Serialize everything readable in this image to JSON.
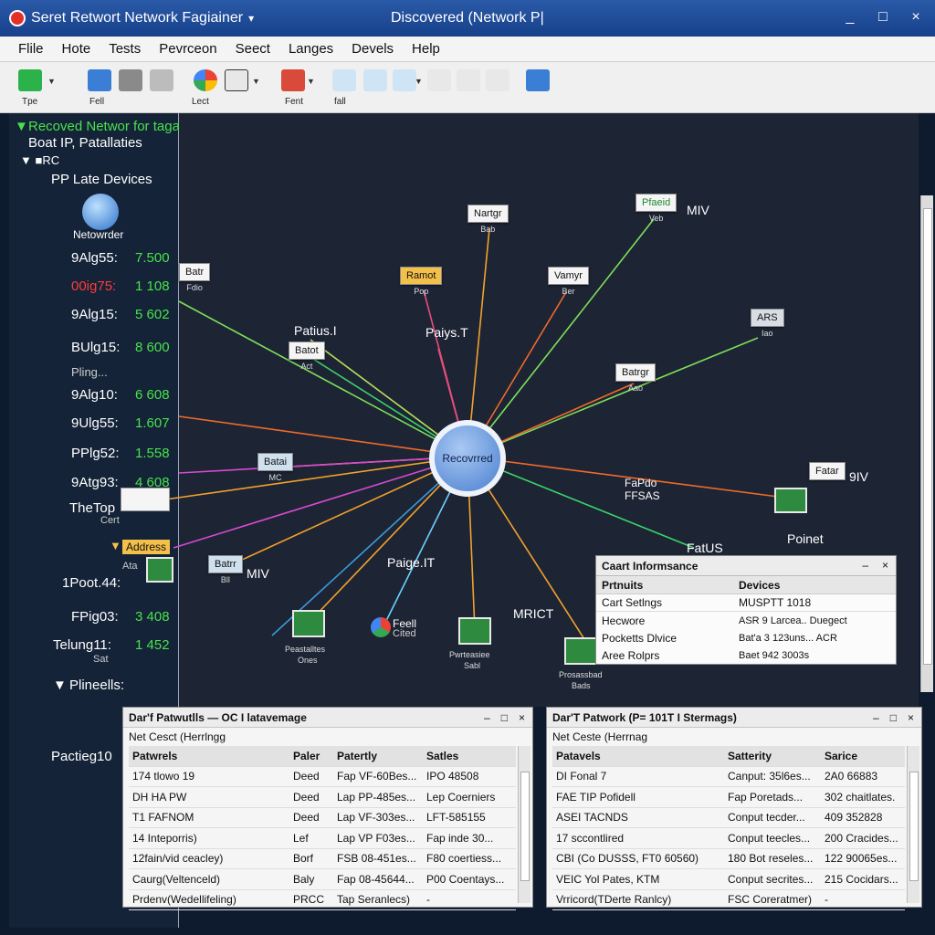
{
  "window": {
    "title": "Seret Retwort Network Fagiainer",
    "center_title": "Discovered (Network P|",
    "minimize": "_",
    "maximize": "□",
    "close": "×"
  },
  "menu": [
    "Flile",
    "Hote",
    "Tests",
    "Pevrceon",
    "Seect",
    "Langes",
    "Devels",
    "Help"
  ],
  "toolbar": {
    "labels": [
      "Tpe",
      "Fell",
      "Lect",
      "Fent",
      "fall"
    ],
    "colors": {
      "accent": "#2a5aa8",
      "green": "#2bb24a",
      "blue": "#3a7fd5",
      "red": "#d94a3a"
    }
  },
  "sidebar": {
    "header": "Recoved Networ for tagadites",
    "header_pipe": "|",
    "header_arrow": ">",
    "sub": "Boat IP, Patallaties",
    "group": "▼ ■RC",
    "section": "PP Late Devices",
    "node_label": "Netowrder",
    "rows": [
      {
        "name": "9Alg55:",
        "value": "7.500",
        "color": "#ffffff"
      },
      {
        "name": "00ig75:",
        "value": "1 108",
        "color": "#ff3b3b"
      },
      {
        "name": "9Alg15:",
        "value": "5 602",
        "color": "#ffffff"
      },
      {
        "name": "BUlg15:",
        "value": "8 600",
        "color": "#ffffff"
      },
      {
        "name": "Pling...",
        "value": "",
        "color": "#cfcfcf"
      },
      {
        "name": "9Alg10:",
        "value": "6 608",
        "color": "#ffffff"
      },
      {
        "name": "9Ulg55:",
        "value": "1.607",
        "color": "#ffffff"
      },
      {
        "name": "PPlg52:",
        "value": "1.558",
        "color": "#ffffff"
      },
      {
        "name": "9Atg93:",
        "value": "4 608",
        "color": "#ffffff"
      }
    ],
    "thetop": "TheTop",
    "cert": "Cert",
    "address": "Address",
    "address_sub": "Ata",
    "rows2": [
      {
        "name": "1Poot.44:",
        "value": "",
        "color": "#ffffff"
      },
      {
        "name": "FPig03:",
        "value": "3 408",
        "color": "#ffffff"
      },
      {
        "name": "Telung11:",
        "value": "1 452",
        "color": "#ffffff"
      }
    ],
    "sat": "Sat",
    "plineels": "Plineells:",
    "pactieg": "Pactieg10"
  },
  "canvas": {
    "hub": "Recovrred",
    "nodes": [
      {
        "id": "nartgr",
        "label": "Nartgr",
        "sub": "Bab"
      },
      {
        "id": "ramot",
        "label": "Ramot",
        "sub": "Pop"
      },
      {
        "id": "vamyr",
        "label": "Vamyr",
        "sub": "Ber"
      },
      {
        "id": "pfaeid",
        "label": "Pfaeid",
        "sub": "Veb"
      },
      {
        "id": "ars",
        "label": "ARS",
        "sub": "Iao"
      },
      {
        "id": "batrgr",
        "label": "Batrgr",
        "sub": "Aao"
      },
      {
        "id": "fatar",
        "label": "Fatar",
        "sub": ""
      },
      {
        "id": "batot",
        "label": "Batot",
        "sub": "Act"
      },
      {
        "id": "batai",
        "label": "Batai",
        "sub": "MC"
      },
      {
        "id": "batrr",
        "label": "Batrr",
        "sub": "Bll"
      },
      {
        "id": "batr-left",
        "label": "Batr",
        "sub": "Fdio"
      }
    ],
    "labels": [
      "MIV",
      "Patius.I",
      "Paiys.T",
      "9IV",
      "FaPdo",
      "FFSAS",
      "FatUS",
      "Poinet",
      "Paige.IT",
      "MRICT",
      "MIV",
      "Feell",
      "Cited"
    ],
    "small_labels": [
      "Peastalltes",
      "Ones",
      "Pwrteasiee",
      "Sabl",
      "Prosassbad",
      "Bads"
    ]
  },
  "popup": {
    "title": "Caart Informsance",
    "col1": "Prtnuits",
    "col2": "Devices",
    "rows": [
      {
        "a": "Cart Setlngs",
        "b": "MUSPTT 1018"
      },
      {
        "a": "Hecwore",
        "b": "ASR 9 Larcea..   Duegect"
      },
      {
        "a": "Pocketts Dlvice",
        "b": "Bat'a 3 123uns...  ACR"
      },
      {
        "a": "Aree Rolprs",
        "b": "Baet 942 3003s"
      }
    ]
  },
  "panel_left": {
    "title": "Dar'f Patwutlls — OC I latavemage",
    "sub": "Net Cesct (Herrlngg",
    "headers": [
      "Patwrels",
      "Paler",
      "Patertly",
      "Satles"
    ],
    "rows": [
      [
        "174 tlowo 19",
        "Deed",
        "Fap VF-60Bes...",
        "IPO 48508"
      ],
      [
        "DH HA PW",
        "Deed",
        "Lap PP-485es...",
        "Lep Coerniers"
      ],
      [
        "T1 FAFNOM",
        "Deed",
        "Lap VF-303es...",
        "LFT-585155"
      ],
      [
        "14 Inteporris)",
        "Lef",
        "Lap VP F03es...",
        "Fap inde 30..."
      ],
      [
        "12fain/vid ceacley)",
        "Borf",
        "FSB 08-451es...",
        "F80 coertiess..."
      ],
      [
        "Caurg(Veltenceld)",
        "Baly",
        "Fap 08-45644...",
        "P00 Coentays..."
      ],
      [
        "Prdenv(Wedellifeling)",
        "PRCC",
        "Tap Seranlecs)",
        "-"
      ]
    ]
  },
  "panel_right": {
    "title": "Dar'T Patwork (P= 101T I Stermags)",
    "sub": "Net Ceste (Herrnag",
    "headers": [
      "Patavels",
      "Satterity",
      "Sarice"
    ],
    "rows": [
      [
        "DI Fonal 7",
        "Canput: 35l6es...",
        "2A0 66883"
      ],
      [
        "FAE TIP Pofidell",
        "Fap Poretads...",
        "302 chaitlates."
      ],
      [
        "ASEI TACNDS",
        "Conput tecder...",
        "409 352828"
      ],
      [
        "17 sccontlired",
        "Conput teecles...",
        "200 Cracides..."
      ],
      [
        "CBI (Co DUSSS, FT0 60560)",
        "180 Bot reseles...",
        "122 90065es..."
      ],
      [
        "VEIC Yol Pates, KTM",
        "Conput secrites...",
        "215 Cocidars..."
      ],
      [
        "Vrricord(TDerte Ranlcy)",
        "FSC Coreratmer)",
        "-"
      ]
    ]
  }
}
